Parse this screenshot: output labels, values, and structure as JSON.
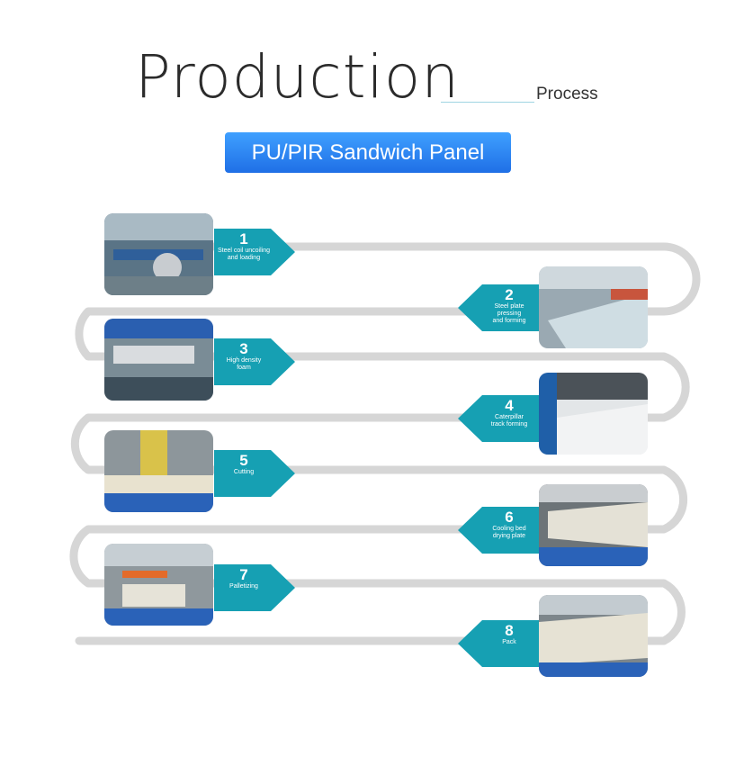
{
  "title": {
    "main": "Production",
    "sub": "Process"
  },
  "banner": "PU/PIR Sandwich Panel",
  "steps": [
    {
      "num": "1",
      "label": "Steel coil uncoiling\nand loading"
    },
    {
      "num": "2",
      "label": "Steel plate\npressing\nand forming"
    },
    {
      "num": "3",
      "label": "High density\nfoam"
    },
    {
      "num": "4",
      "label": "Caterpillar\ntrack forming"
    },
    {
      "num": "5",
      "label": "Cutting"
    },
    {
      "num": "6",
      "label": "Cooling bed\ndrying plate"
    },
    {
      "num": "7",
      "label": "Palletizing"
    },
    {
      "num": "8",
      "label": "Pack"
    }
  ],
  "colors": {
    "accent": "#16a0b3",
    "track": "#d6d6d6",
    "banner": "#2a86f5"
  }
}
